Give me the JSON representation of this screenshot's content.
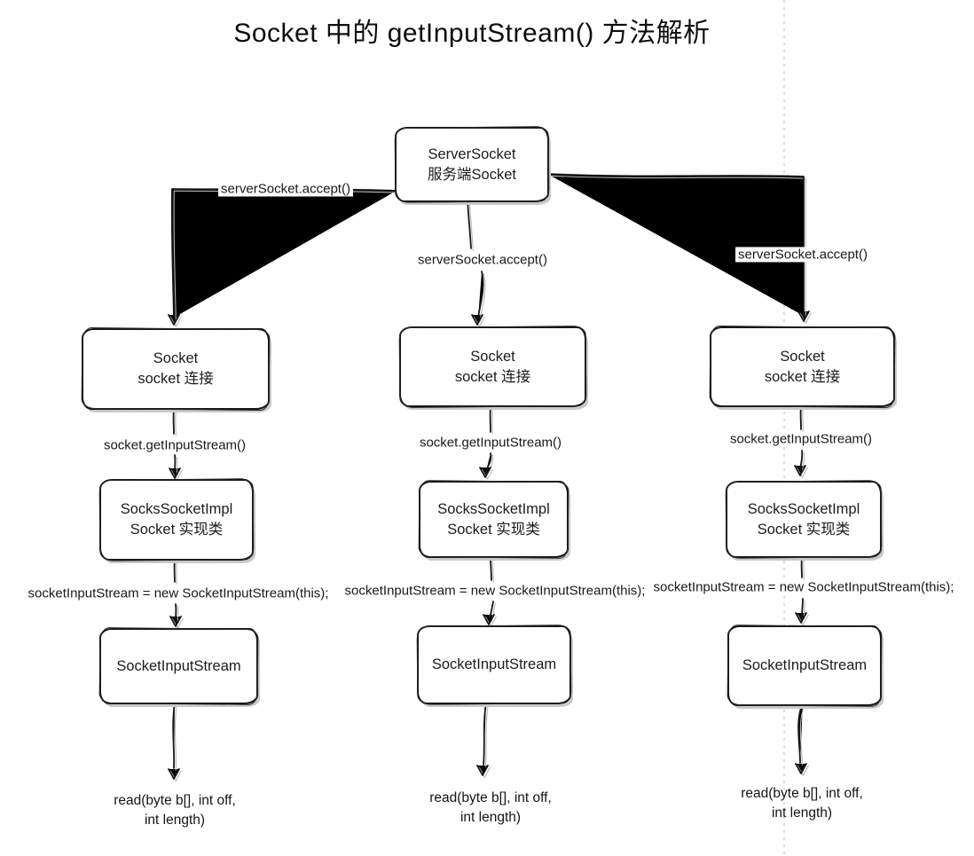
{
  "title": "Socket 中的 getInputStream() 方法解析",
  "root": {
    "line1": "ServerSocket",
    "line2": "服务端Socket"
  },
  "nodes": {
    "socket": {
      "line1": "Socket",
      "line2": "socket 连接"
    },
    "impl": {
      "line1": "SocksSocketImpl",
      "line2": "Socket 实现类"
    },
    "stream": "SocketInputStream"
  },
  "edge_labels": {
    "accept": "serverSocket.accept()",
    "get_input_stream": "socket.getInputStream()",
    "new_stream": "socketInputStream = new SocketInputStream(this);",
    "read_line1": "read(byte b[], int off,",
    "read_line2": "int length)"
  },
  "colors": {
    "stroke": "#171717",
    "echo": "#b8b8b8",
    "guide_dash": "#cdcdcd"
  }
}
